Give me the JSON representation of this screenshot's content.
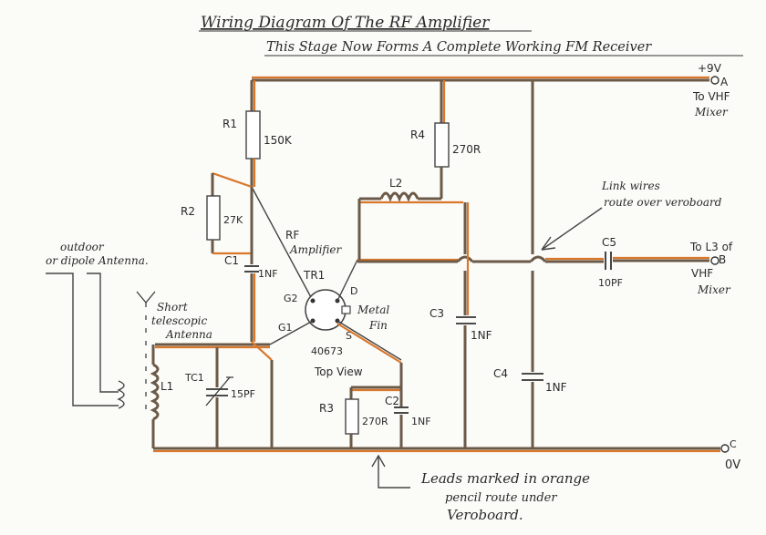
{
  "title": "Wiring Diagram Of The RF Amplifier",
  "subtitle": "This Stage Now Forms A Complete Working FM Receiver",
  "terminals": {
    "a": {
      "voltage": "+9V",
      "letter": "A",
      "to": "To VHF",
      "dest": "Mixer"
    },
    "b": {
      "to": "To L3 of",
      "letter": "B",
      "dest1": "VHF",
      "dest2": "Mixer"
    },
    "c": {
      "letter": "C",
      "label": "0V"
    }
  },
  "components": {
    "r1": {
      "name": "R1",
      "value": "150K"
    },
    "r2": {
      "name": "R2",
      "value": "27K"
    },
    "r3": {
      "name": "R3",
      "value": "270R"
    },
    "r4": {
      "name": "R4",
      "value": "270R"
    },
    "c1": {
      "name": "C1",
      "value": "1NF"
    },
    "c2": {
      "name": "C2",
      "value": "1NF"
    },
    "c3": {
      "name": "C3",
      "value": "1NF"
    },
    "c4": {
      "name": "C4",
      "value": "1NF"
    },
    "c5": {
      "name": "C5",
      "value": "10PF"
    },
    "l1": {
      "name": "L1"
    },
    "l2": {
      "name": "L2"
    },
    "tc1": {
      "name": "TC1",
      "value": "15PF"
    }
  },
  "transistor": {
    "label1": "RF",
    "label2": "Amplifier",
    "name": "TR1",
    "part": "40673",
    "view": "Top View",
    "pins": {
      "g2": "G2",
      "g1": "G1",
      "d": "D",
      "s": "S"
    },
    "tab1": "Metal",
    "tab2": "Fin"
  },
  "notes": {
    "antenna_outdoor1": "outdoor",
    "antenna_outdoor2": "or dipole Antenna.",
    "antenna_short1": "Short",
    "antenna_short2": "telescopic",
    "antenna_short3": "Antenna",
    "link1": "Link wires",
    "link2": "route over veroboard",
    "leads1": "Leads marked in orange",
    "leads2": "pencil route under",
    "leads3": "Veroboard."
  }
}
